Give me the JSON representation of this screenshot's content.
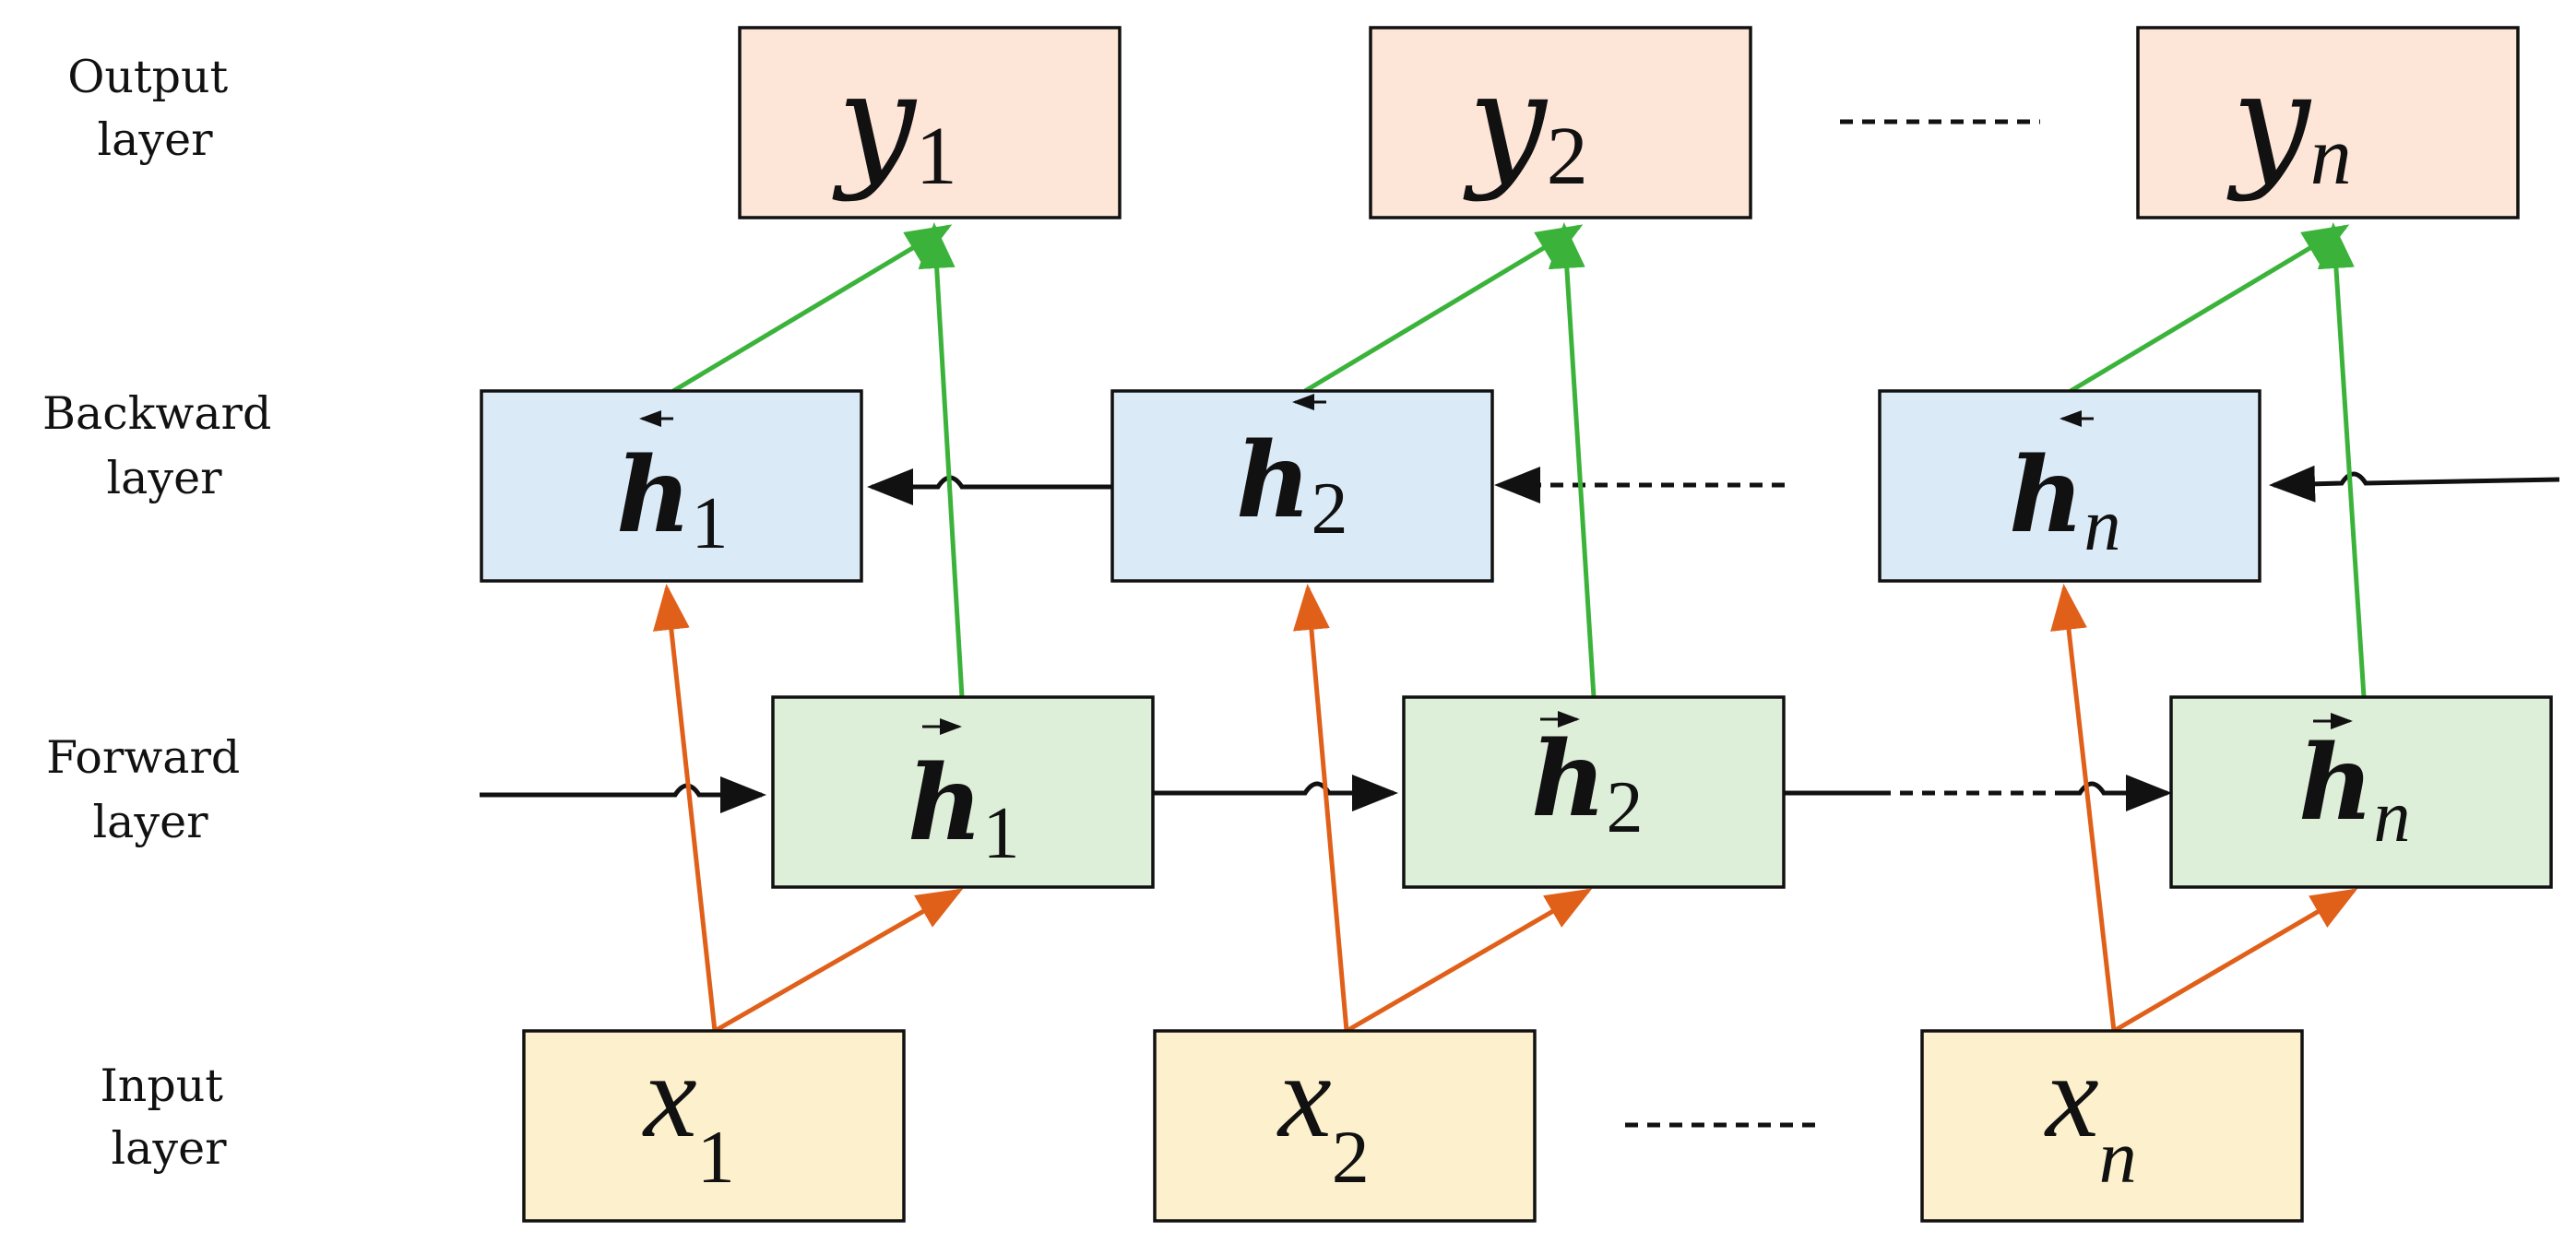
{
  "layer_labels": {
    "output": [
      "Output",
      "layer"
    ],
    "backward": [
      "Backward",
      "layer"
    ],
    "forward": [
      "Forward",
      "layer"
    ],
    "input": [
      "Input",
      "layer"
    ]
  },
  "outputs": [
    {
      "symbol": "y",
      "sub": "1",
      "sub_italic": false
    },
    {
      "symbol": "y",
      "sub": "2",
      "sub_italic": false
    },
    {
      "symbol": "y",
      "sub": "n",
      "sub_italic": true
    }
  ],
  "backward_states": [
    {
      "symbol": "h",
      "sub": "1",
      "sub_italic": false,
      "arrow": "left"
    },
    {
      "symbol": "h",
      "sub": "2",
      "sub_italic": false,
      "arrow": "left"
    },
    {
      "symbol": "h",
      "sub": "n",
      "sub_italic": true,
      "arrow": "left"
    }
  ],
  "forward_states": [
    {
      "symbol": "h",
      "sub": "1",
      "sub_italic": false,
      "arrow": "right"
    },
    {
      "symbol": "h",
      "sub": "2",
      "sub_italic": false,
      "arrow": "right"
    },
    {
      "symbol": "h",
      "sub": "n",
      "sub_italic": true,
      "arrow": "right"
    }
  ],
  "inputs": [
    {
      "symbol": "x",
      "sub": "1",
      "sub_italic": false
    },
    {
      "symbol": "x",
      "sub": "2",
      "sub_italic": false
    },
    {
      "symbol": "x",
      "sub": "n",
      "sub_italic": true
    }
  ],
  "colors": {
    "output_box": "#fde5d7",
    "backward_box": "#dbeaf7",
    "forward_box": "#deefd9",
    "input_box": "#fdf0cd",
    "to_output_arrow": "#3bb33b",
    "from_input_arrow": "#e0601a",
    "recurrent_arrow": "#111111"
  }
}
